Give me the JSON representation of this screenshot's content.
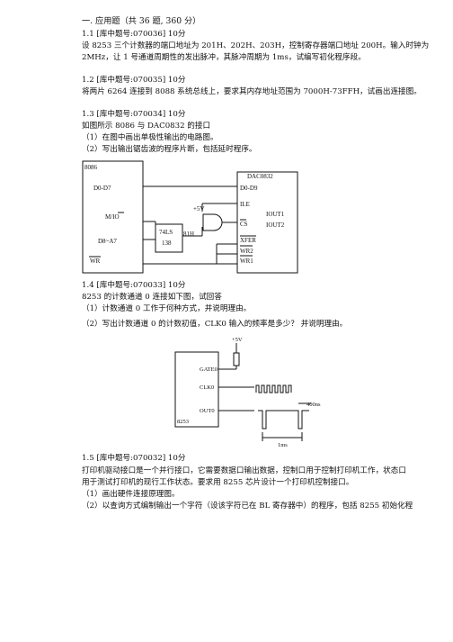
{
  "section_title": "一. 应用题（共 36 题, 360 分）",
  "questions": [
    {
      "header": "1.1 [库中题号:070036] 10分",
      "lines": [
        "设 8253 三个计数器的端口地址为 201H、202H、203H，控制寄存器端口地址 200H。输入时钟为",
        "2MHz，让 1 号通道周期性的发出脉冲，其脉冲周期为 1ms，试编写初化程序段。"
      ]
    },
    {
      "header": "1.2 [库中题号:070035] 10分",
      "lines": [
        "将两片 6264 连接到 8088 系统总线上，要求其内存地址范围为 7000H-73FFH，试画出连接图。"
      ]
    },
    {
      "header": "1.3 [库中题号:070034] 10分",
      "lines": [
        "如图所示 8086 与 DAC0832 的接口",
        "（1）在图中画出单极性输出的电路图。",
        "（2）写出输出锯齿波的程序片断，包括延时程序。"
      ]
    },
    {
      "header": "1.4 [库中题号:070033] 10分",
      "lines": [
        "8253 的计数通道 0 连接如下图，试回答",
        "（1）计数通道 0 工作于何种方式，并说明理由。",
        "（2）写出计数通道 0 的计数初值，CLK0 输入的频率是多少？ 并说明理由。"
      ]
    },
    {
      "header": "1.5 [库中题号:070032] 10分",
      "lines": [
        "打印机驱动接口是一个并行接口，它需要数据口输出数据，控制口用于控制打印机工作，状态口",
        "用于测试打印机的现行工作状态。要求用 8255 芯片设计一个打印机控制接口。",
        "（1）画出硬件连接原理图。",
        "（2）以查询方式编制输出一个字符（设该字符已在 BL 寄存器中）的程序，包括 8255 初始化程"
      ]
    }
  ],
  "diagram1": {
    "chip_8086": "8086",
    "d0_d7": "D0-D7",
    "m_io": "M/IO",
    "d8_a7": "D8~A7",
    "wr": "WR",
    "plus5v": "+5V",
    "decoder_top": "74LS",
    "decoder_bottom": "138",
    "addr": "81H",
    "chip_dac": "DAC0832",
    "d0_d9": "D0-D9",
    "ile": "ILE",
    "cs": "CS",
    "xfer": "XFER",
    "wr2": "WR2",
    "wr1": "WR1",
    "iout1": "IOUT1",
    "iout2": "IOUT2"
  },
  "diagram2": {
    "plus5v": "+5V",
    "gate": "GATE0",
    "clk": "CLK0",
    "out": "OUT0",
    "chip": "8253",
    "pulse_width": "400ns",
    "period": "1ms"
  }
}
